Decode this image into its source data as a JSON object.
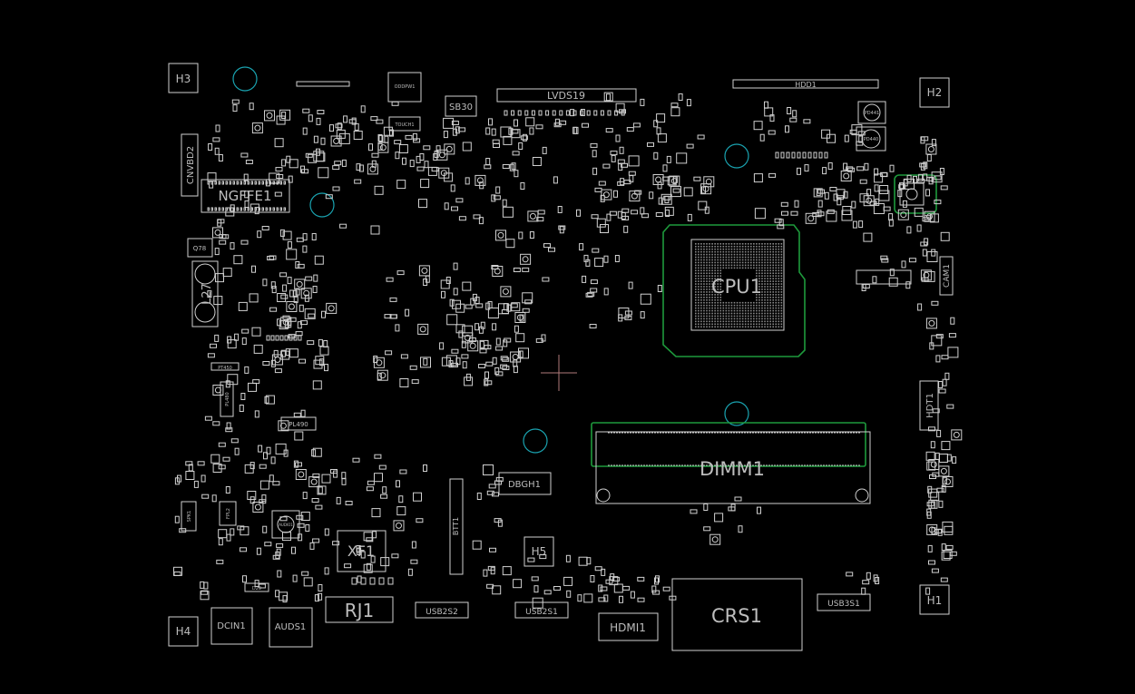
{
  "board": {
    "background": "#000000",
    "silkscreen_color": "#cfcfcf",
    "hole_color": "#1aa3b0",
    "zone_color": "#1e9a3c",
    "cursor_color": "#b07a7a"
  },
  "labels": {
    "h3": "H3",
    "h2": "H2",
    "h1": "H1",
    "h4": "H4",
    "h5": "H5",
    "lvds": "LVDS19",
    "hdd": "HDD1",
    "sb30": "SB30",
    "pwr": "ODDPW1",
    "touch": "TOUCH1",
    "cnvbd2": "CNVBD2",
    "ngffe1": "NGFFE1",
    "q78": "Q78",
    "l27": "L27",
    "cpu1": "CPU1",
    "dimm1": "DIMM1",
    "cam1": "CAM1",
    "hdt1": "HDT1",
    "pl490": "PL490",
    "pl480": "PL480",
    "pt450": "PT450",
    "dbgh1": "DBGH1",
    "btt1": "BTT1",
    "xf1": "XF1",
    "rj1": "RJ1",
    "usb2s2": "USB2S2",
    "usb2s1": "USB2S1",
    "usb3s1": "USB3S1",
    "hdmi1": "HDMI1",
    "crs1": "CRS1",
    "dcin1": "DCIN1",
    "auds1": "AUDS1",
    "audio1": "AUDIO1",
    "spk1": "SPK1",
    "fpl2": "FPL2",
    "pd440": "PD440",
    "pd441": "PD441",
    "d29": "D29"
  }
}
